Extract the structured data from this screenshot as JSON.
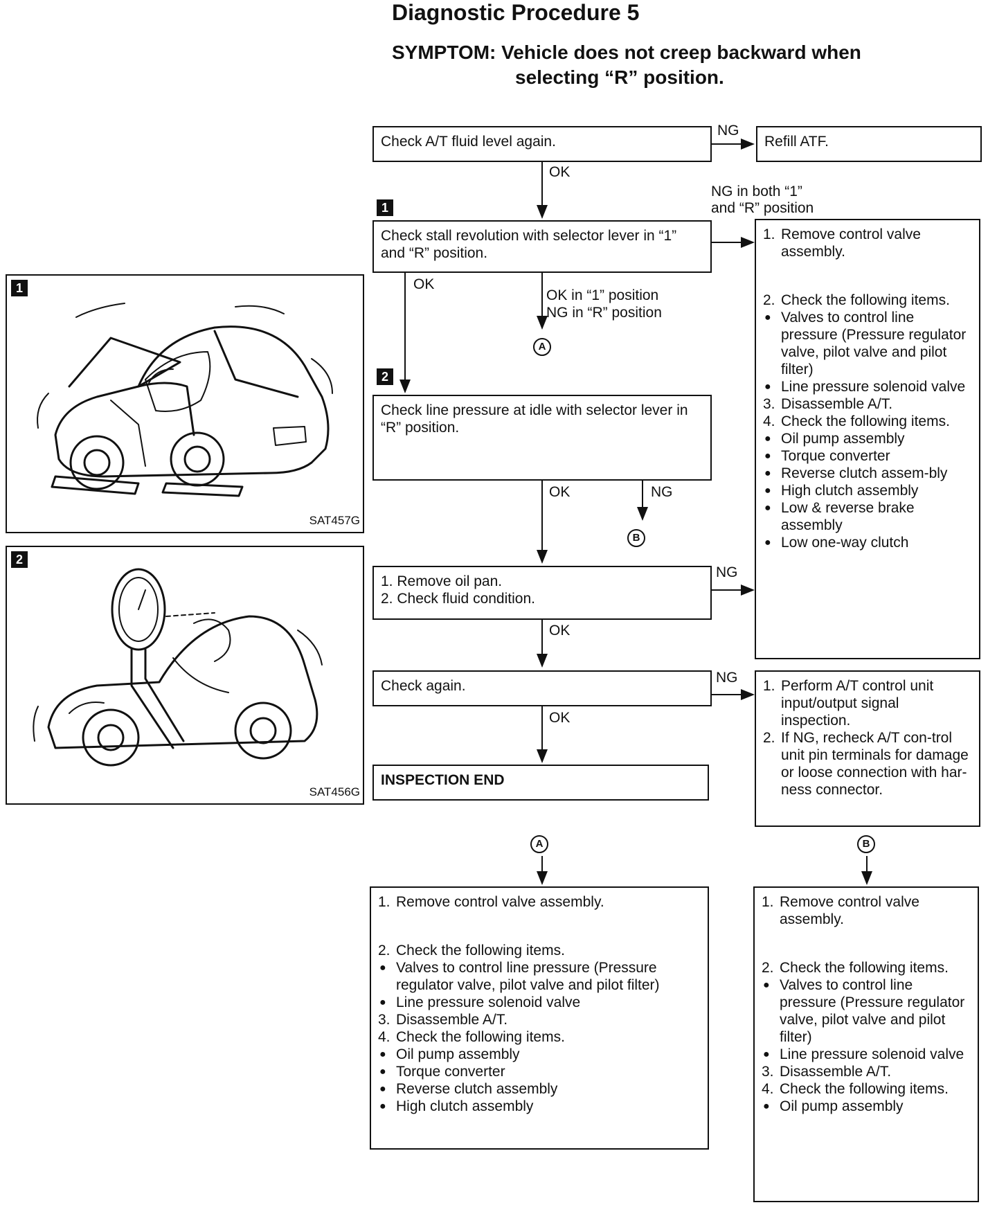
{
  "title": "Diagnostic Procedure 5",
  "symptom": {
    "line1": "SYMPTOM: Vehicle does not creep backward when",
    "line2": "selecting “R” position."
  },
  "labels": {
    "ok": "OK",
    "ng": "NG",
    "ng_both": "NG in both “1”",
    "ng_both2": "and “R” position",
    "ok_1": "OK in “1” position",
    "ng_r": "NG in “R” position",
    "circle_a": "A",
    "circle_b": "B",
    "tag1": "1",
    "tag2": "2"
  },
  "boxes": {
    "check_fluid": "Check A/T fluid level again.",
    "refill": "Refill ATF.",
    "stall": "Check stall revolution with selector lever in “1” and “R” position.",
    "line_pressure": "Check line pressure at idle with selector lever in “R” position.",
    "oil_pan_1": "1. Remove oil pan.",
    "oil_pan_2": "2. Check fluid condition.",
    "check_again": "Check again.",
    "inspection_end": "INSPECTION END"
  },
  "right_box1": {
    "s1": "Remove control valve assembly.",
    "s2": "Check the following items.",
    "b1": "Valves to control line pressure (Pressure regulator valve, pilot valve and pilot filter)",
    "b2": "Line pressure solenoid valve",
    "s3": "Disassemble A/T.",
    "s4": "Check the following items.",
    "b3": "Oil pump assembly",
    "b4": "Torque converter",
    "b5": "Reverse clutch assem-bly",
    "b6": "High clutch assembly",
    "b7": "Low & reverse brake assembly",
    "b8": "Low one-way clutch"
  },
  "right_box2": {
    "s1": "Perform A/T control unit input/output signal inspection.",
    "s2": "If NG, recheck A/T con-trol unit pin terminals for damage or loose connection with har-ness connector."
  },
  "box_a": {
    "s1": "Remove control valve assembly.",
    "s2": "Check the following items.",
    "b1": "Valves to control line pressure (Pressure regulator valve, pilot valve and pilot filter)",
    "b2": "Line pressure solenoid valve",
    "s3": "Disassemble A/T.",
    "s4": "Check the following items.",
    "b3": "Oil pump assembly",
    "b4": "Torque converter",
    "b5": "Reverse clutch assembly",
    "b6": "High clutch assembly"
  },
  "box_b": {
    "s1": "Remove control valve assembly.",
    "s2": "Check the following items.",
    "b1": "Valves to control line pressure (Pressure regulator valve, pilot valve and pilot filter)",
    "b2": "Line pressure solenoid valve",
    "s3": "Disassemble A/T.",
    "s4": "Check the following items.",
    "b3": "Oil pump assembly"
  },
  "numbers": {
    "n1": "1.",
    "n2": "2.",
    "n3": "3.",
    "n4": "4."
  },
  "illustrations": {
    "ill1_code": "SAT457G",
    "ill2_code": "SAT456G",
    "ill1_icon": "car-stall-test-icon",
    "ill2_icon": "car-pressure-gauge-icon"
  }
}
